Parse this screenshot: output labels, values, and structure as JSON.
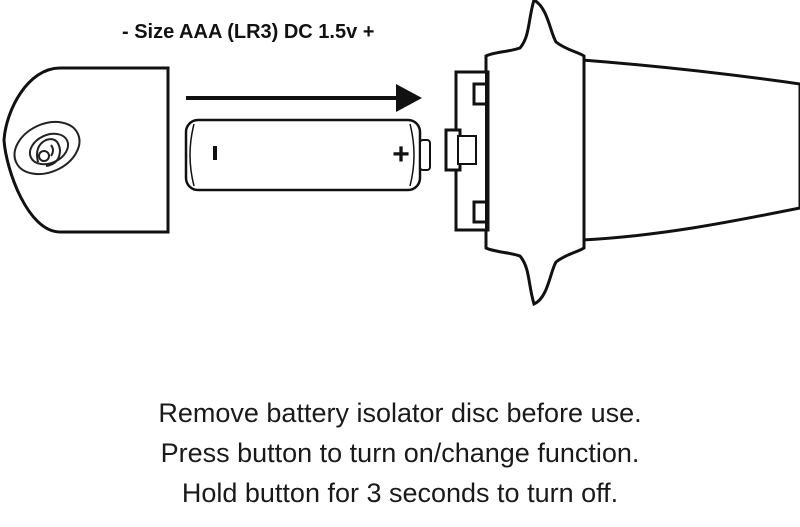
{
  "diagram": {
    "battery_label": "- Size AAA (LR3) DC 1.5v +",
    "battery_negative": "-",
    "battery_positive": "+"
  },
  "instructions": [
    "Remove battery isolator disc before use.",
    "Press button to turn on/change function.",
    "Hold button for 3 seconds to turn off."
  ],
  "colors": {
    "line": "#111111",
    "text": "#1a1a1a",
    "background": "#ffffff"
  }
}
